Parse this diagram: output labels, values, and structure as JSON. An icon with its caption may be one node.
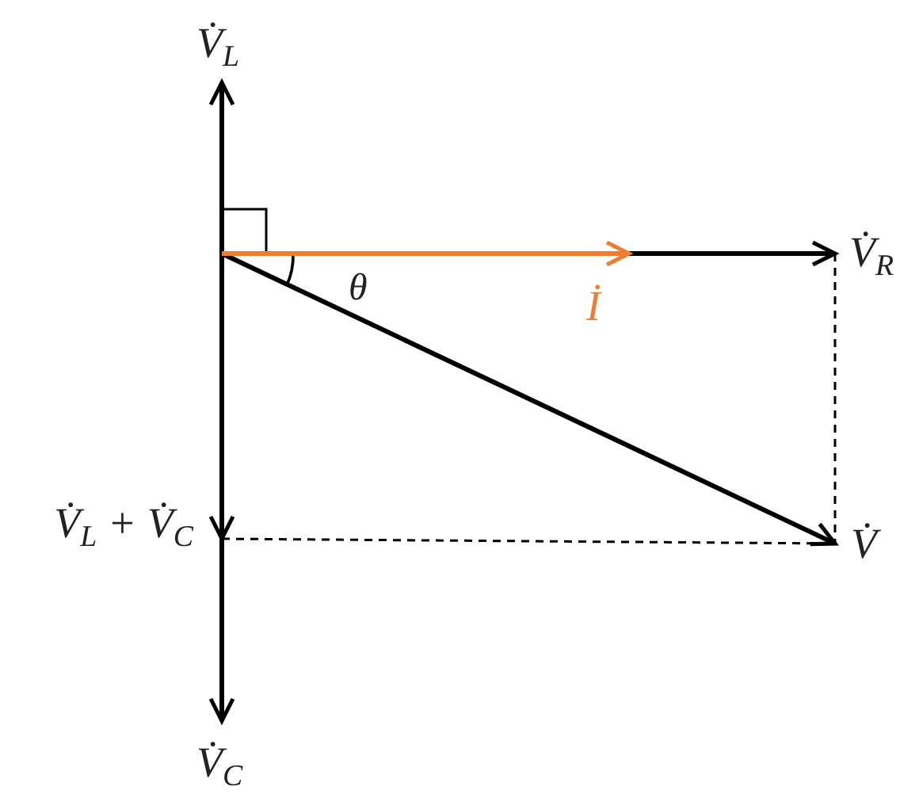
{
  "diagram": {
    "nodes": [
      {
        "text": [
          "V̇$_{L}$"
        ]
      },
      {
        "text": [
          "V̇$_{R}$"
        ]
      },
      {
        "text": [
          "V̇"
        ]
      },
      {
        "text": [
          "V̇$_{L}$ + V̇$_{C}$"
        ]
      },
      {
        "text": [
          "V̇$_{C}$"
        ]
      },
      {
        "text": [
          "İ"
        ]
      },
      {
        "text": [],
        "shape": "box"
      }
    ],
    "edges": [
      {
        "from": 6,
        "to": 0,
        "arrow": "to"
      },
      {
        "from": 6,
        "to": 1,
        "arrow": "to"
      },
      {
        "from": 6,
        "to": 2,
        "arrow": "to"
      },
      {
        "from": 6,
        "to": 3,
        "arrow": "to"
      },
      {
        "from": 6,
        "to": 4,
        "arrow": "to"
      },
      {
        "from": 6,
        "to": 5,
        "arrow": "to",
        "color": "#ed7d31"
      },
      {
        "from": 1,
        "to": 2,
        "arrow": "none",
        "style": "dashed"
      },
      {
        "from": 3,
        "to": 2,
        "arrow": "none",
        "style": "dashed"
      }
    ],
    "labels": [
      "θ"
    ]
  }
}
